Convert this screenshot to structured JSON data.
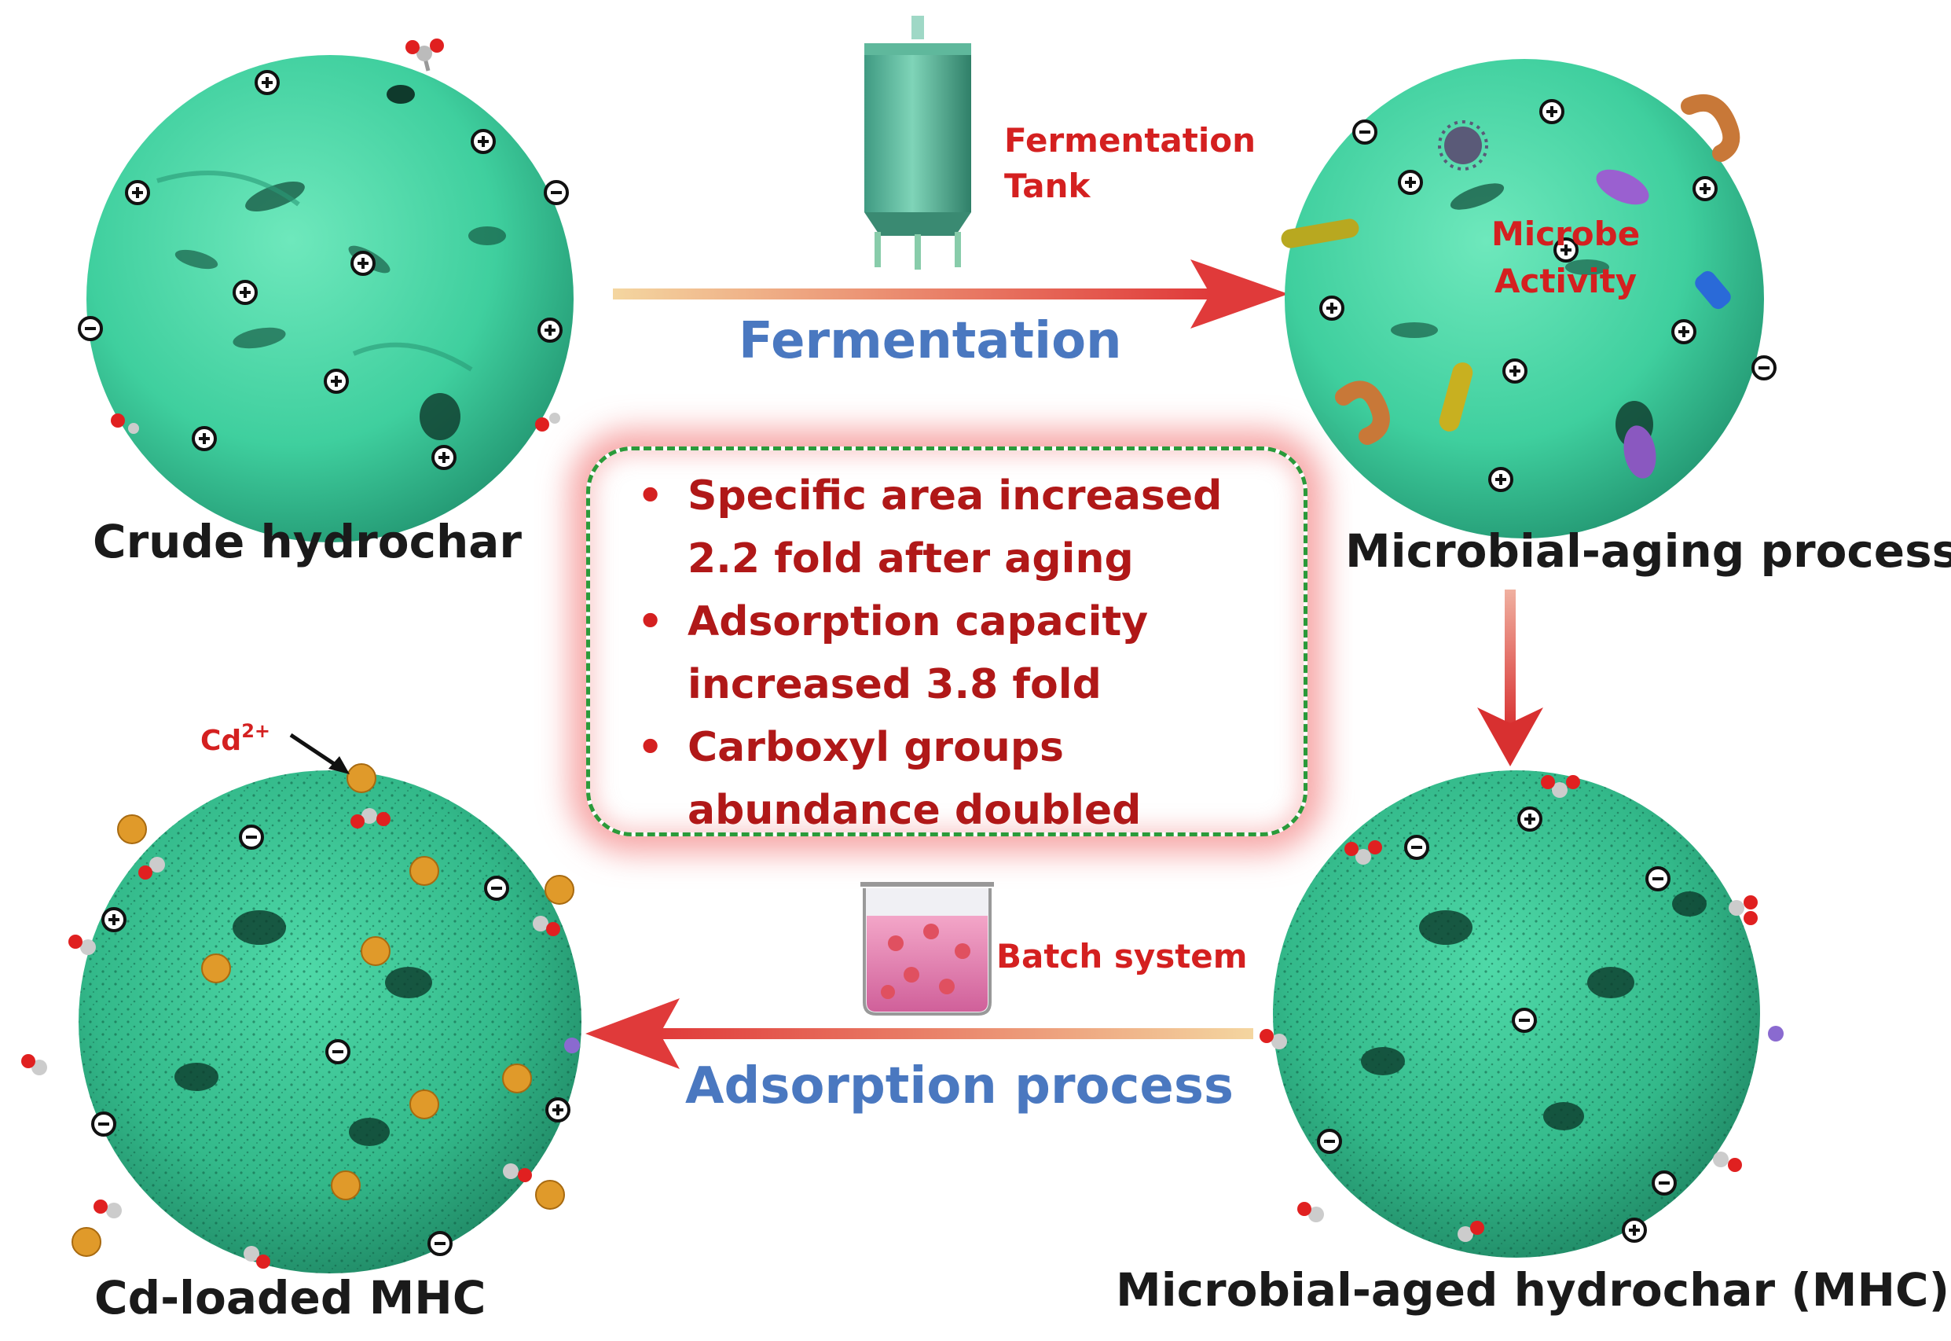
{
  "labels": {
    "crude": "Crude hydrochar",
    "aging": "Microbial-aging process",
    "cd_loaded": "Cd-loaded MHC",
    "mhc": "Microbial-aged hydrochar (MHC)",
    "fermentation": "Fermentation",
    "adsorption": "Adsorption process",
    "tank_line1": "Fermentation",
    "tank_line2": "Tank",
    "batch": "Batch system",
    "microbe_line1": "Microbe",
    "microbe_line2": "Activity",
    "cd_ion": "Cd",
    "cd_ion_charge": "2+"
  },
  "summary": [
    "Specific area increased 2.2 fold after aging",
    "Adsorption capacity increased 3.8 fold",
    "Carboxyl groups abundance doubled"
  ],
  "colors": {
    "particle": "#3fcf9e",
    "particle_dark": "#1f8f6c",
    "arrow_red": "#e03a3a",
    "arrow_orange": "#f0c890",
    "text_red": "#d42020",
    "text_blue": "#4a78c0",
    "box_border": "#2a9a3a"
  }
}
